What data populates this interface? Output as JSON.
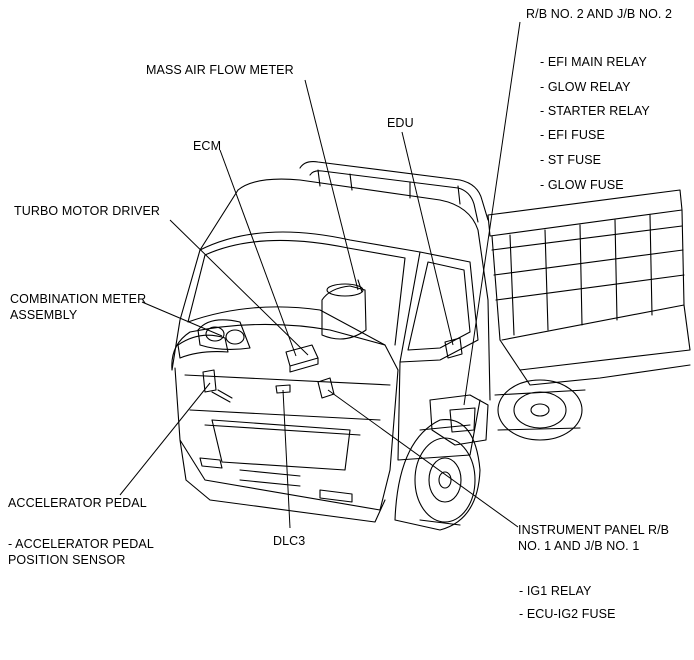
{
  "labels": {
    "rb2": "R/B NO. 2 AND J/B NO. 2",
    "rb2_items": [
      "- EFI MAIN RELAY",
      "- GLOW RELAY",
      "- STARTER RELAY",
      "- EFI FUSE",
      "- ST FUSE",
      "- GLOW FUSE"
    ],
    "maf": "MASS AIR FLOW METER",
    "edu": "EDU",
    "ecm": "ECM",
    "turbo": "TURBO MOTOR DRIVER",
    "combo_line1": "COMBINATION METER",
    "combo_line2": "ASSEMBLY",
    "accel": "ACCELERATOR PEDAL",
    "accel_sub_line1": "- ACCELERATOR PEDAL",
    "accel_sub_line2": "POSITION SENSOR",
    "dlc3": "DLC3",
    "ip_line1": "INSTRUMENT PANEL R/B",
    "ip_line2": "NO. 1 AND J/B NO. 1",
    "ip_items": [
      "- IG1 RELAY",
      "- ECU-IG2 FUSE"
    ]
  }
}
